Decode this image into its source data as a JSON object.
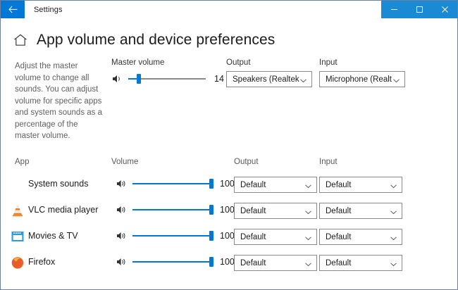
{
  "titlebar": {
    "back_icon": "back-arrow-icon",
    "title": "Settings",
    "minimize_label": "─",
    "maximize_label": "□",
    "close_label": "✕"
  },
  "header": {
    "home_icon": "home-icon",
    "title": "App volume and device preferences"
  },
  "master": {
    "description": "Adjust the master volume to change all sounds. You can adjust volume for specific apps and system sounds as a percentage of the master volume.",
    "volume_label": "Master volume",
    "volume_value": "14",
    "volume_percent": 14,
    "output_label": "Output",
    "output_value": "Speakers (Realtek…",
    "input_label": "Input",
    "input_value": "Microphone (Realt…"
  },
  "list": {
    "headers": {
      "app": "App",
      "volume": "Volume",
      "output": "Output",
      "input": "Input"
    },
    "rows": [
      {
        "icon": "none",
        "name": "System sounds",
        "volume_value": "100",
        "volume_percent": 100,
        "output": "Default",
        "input": "Default"
      },
      {
        "icon": "vlc-icon",
        "name": "VLC media player",
        "volume_value": "100",
        "volume_percent": 100,
        "output": "Default",
        "input": "Default"
      },
      {
        "icon": "movies-tv-icon",
        "name": "Movies & TV",
        "volume_value": "100",
        "volume_percent": 100,
        "output": "Default",
        "input": "Default"
      },
      {
        "icon": "firefox-icon",
        "name": "Firefox",
        "volume_value": "100",
        "volume_percent": 100,
        "output": "Default",
        "input": "Default"
      }
    ]
  },
  "colors": {
    "accent": "#0078d7",
    "titlebar_controls": "#1a8ad4",
    "border": "#6b7f9e"
  }
}
